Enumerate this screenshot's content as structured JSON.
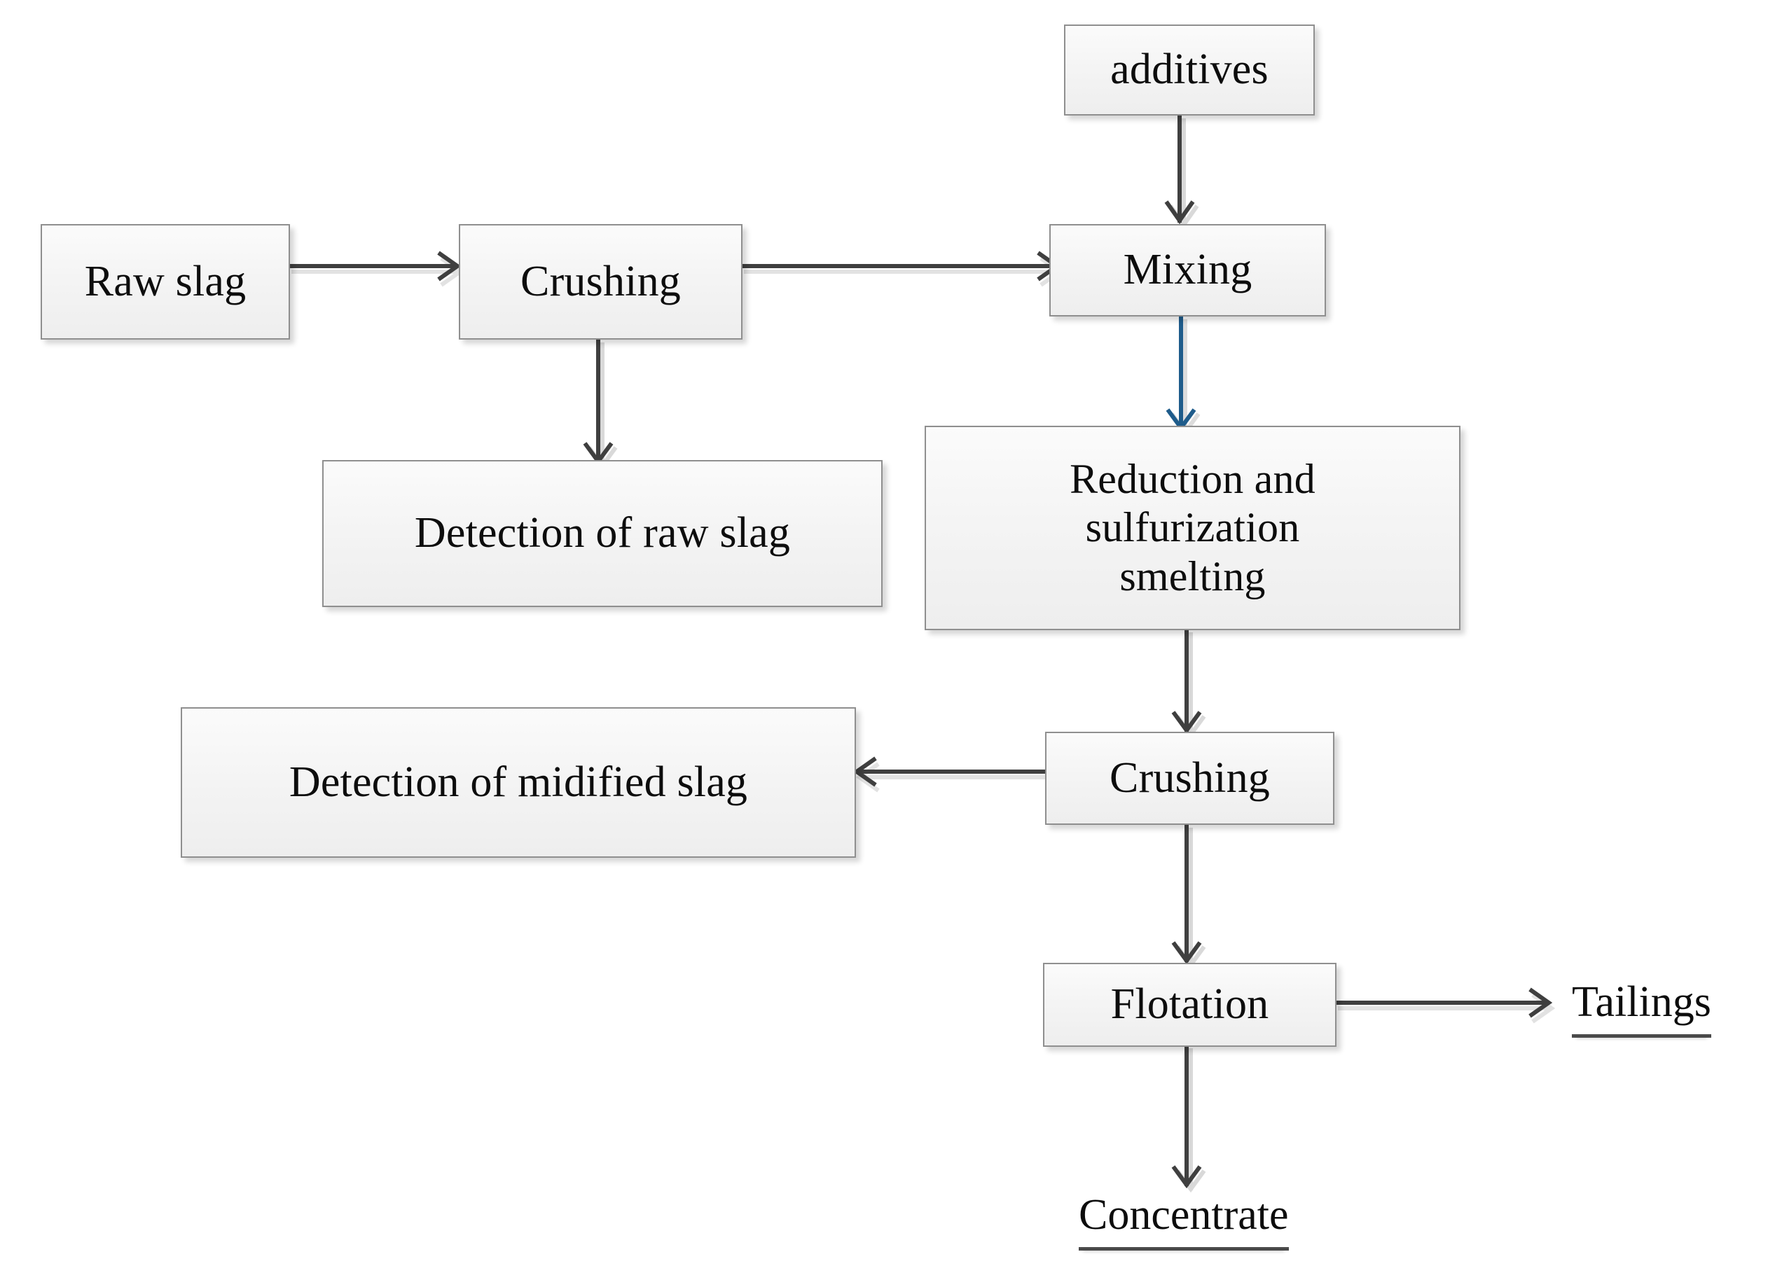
{
  "diagram": {
    "title": "Slag modification and recovery process flowchart",
    "background_color": "#ffffff",
    "box_fill_color": "#f4f4f4",
    "box_border_color": "#8f8f8f",
    "arrow_color": "#3f3f3f",
    "highlight_arrow_color": "#1f5c8b",
    "text_color": "#0d0d0d"
  },
  "nodes": {
    "raw_slag": {
      "label": "Raw slag",
      "type": "process-box"
    },
    "crushing_top": {
      "label": "Crushing",
      "type": "process-box"
    },
    "additives": {
      "label": "additives",
      "type": "process-box"
    },
    "mixing": {
      "label": "Mixing",
      "type": "process-box"
    },
    "detection_raw_slag": {
      "label": "Detection of raw slag",
      "type": "process-box"
    },
    "reduction_smelting": {
      "label": "Reduction and\nsulfurization\nsmelting",
      "type": "process-box"
    },
    "detection_midified_slag": {
      "label": "Detection of midified slag",
      "type": "process-box"
    },
    "crushing_second": {
      "label": "Crushing",
      "type": "process-box"
    },
    "flotation": {
      "label": "Flotation",
      "type": "process-box"
    },
    "tailings": {
      "label": "Tailings",
      "type": "terminal-label"
    },
    "concentrate": {
      "label": "Concentrate",
      "type": "terminal-label"
    }
  },
  "edges": [
    {
      "id": "raw-slag-to-crushing",
      "from": "raw_slag",
      "to": "crushing_top",
      "direction": "right",
      "color": "#3f3f3f"
    },
    {
      "id": "crushing-to-mixing",
      "from": "crushing_top",
      "to": "mixing",
      "direction": "right",
      "color": "#3f3f3f"
    },
    {
      "id": "crushing-to-detection-raw-slag",
      "from": "crushing_top",
      "to": "detection_raw_slag",
      "direction": "down",
      "color": "#3f3f3f"
    },
    {
      "id": "additives-to-mixing",
      "from": "additives",
      "to": "mixing",
      "direction": "down",
      "color": "#3f3f3f"
    },
    {
      "id": "mixing-to-reduction-smelting",
      "from": "mixing",
      "to": "reduction_smelting",
      "direction": "down",
      "color": "#1f5c8b"
    },
    {
      "id": "reduction-smelting-to-crushing",
      "from": "reduction_smelting",
      "to": "crushing_second",
      "direction": "down",
      "color": "#3f3f3f"
    },
    {
      "id": "crushing-to-detection-midified-slag",
      "from": "crushing_second",
      "to": "detection_midified_slag",
      "direction": "left",
      "color": "#3f3f3f"
    },
    {
      "id": "crushing-to-flotation",
      "from": "crushing_second",
      "to": "flotation",
      "direction": "down",
      "color": "#3f3f3f"
    },
    {
      "id": "flotation-to-tailings",
      "from": "flotation",
      "to": "tailings",
      "direction": "right",
      "color": "#3f3f3f"
    },
    {
      "id": "flotation-to-concentrate",
      "from": "flotation",
      "to": "concentrate",
      "direction": "down",
      "color": "#3f3f3f"
    }
  ]
}
